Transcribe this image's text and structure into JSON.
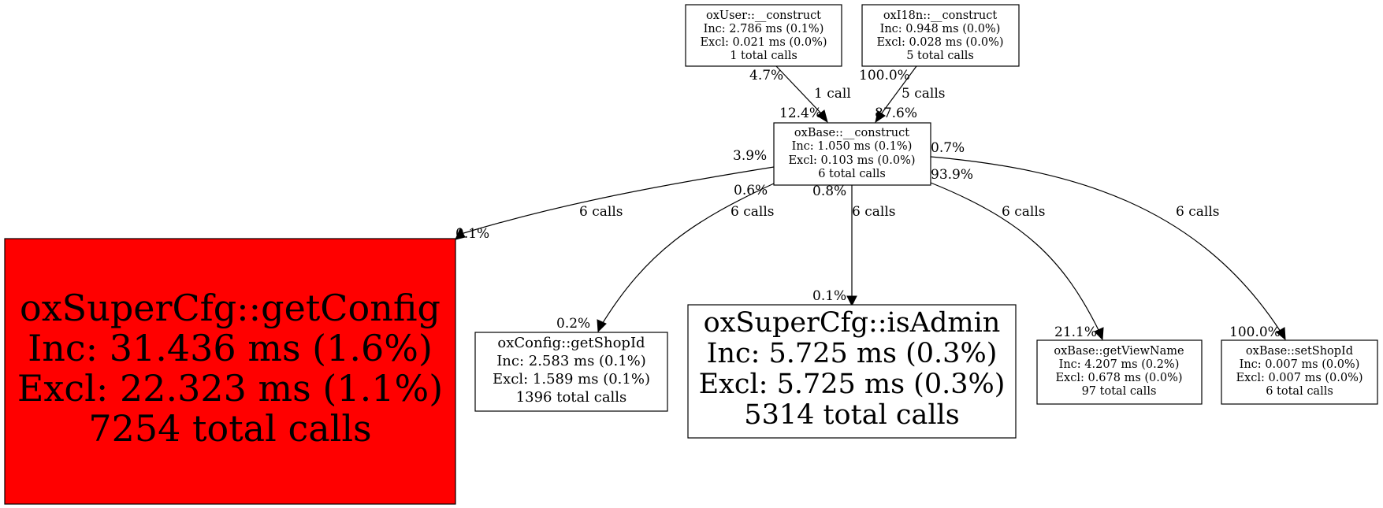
{
  "graph": {
    "type": "call-graph",
    "hot_color": "#ff0000",
    "nodes": {
      "oxuser_construct": {
        "name": "oxUser::__construct",
        "inc": "Inc: 2.786 ms (0.1%)",
        "excl": "Excl: 0.021 ms (0.0%)",
        "calls": "1 total calls"
      },
      "oxi18n_construct": {
        "name": "oxI18n::__construct",
        "inc": "Inc: 0.948 ms (0.0%)",
        "excl": "Excl: 0.028 ms (0.0%)",
        "calls": "5 total calls"
      },
      "oxbase_construct": {
        "name": "oxBase::__construct",
        "inc": "Inc: 1.050 ms (0.1%)",
        "excl": "Excl: 0.103 ms (0.0%)",
        "calls": "6 total calls"
      },
      "oxsupercfg_getconfig": {
        "name": "oxSuperCfg::getConfig",
        "inc": "Inc: 31.436 ms (1.6%)",
        "excl": "Excl: 22.323 ms (1.1%)",
        "calls": "7254 total calls",
        "highlighted": true
      },
      "oxconfig_getshopid": {
        "name": "oxConfig::getShopId",
        "inc": "Inc: 2.583 ms (0.1%)",
        "excl": "Excl: 1.589 ms (0.1%)",
        "calls": "1396 total calls"
      },
      "oxsupercfg_isadmin": {
        "name": "oxSuperCfg::isAdmin",
        "inc": "Inc: 5.725 ms (0.3%)",
        "excl": "Excl: 5.725 ms (0.3%)",
        "calls": "5314 total calls"
      },
      "oxbase_getviewname": {
        "name": "oxBase::getViewName",
        "inc": "Inc: 4.207 ms (0.2%)",
        "excl": "Excl: 0.678 ms (0.0%)",
        "calls": "97 total calls"
      },
      "oxbase_setshopid": {
        "name": "oxBase::setShopId",
        "inc": "Inc: 0.007 ms (0.0%)",
        "excl": "Excl: 0.007 ms (0.0%)",
        "calls": "6 total calls"
      }
    },
    "edges": {
      "user_to_base": {
        "from": "oxUser::__construct",
        "to": "oxBase::__construct",
        "label": "1 call",
        "tail_pct": "4.7%",
        "head_pct": "12.4%"
      },
      "i18n_to_base": {
        "from": "oxI18n::__construct",
        "to": "oxBase::__construct",
        "label": "5 calls",
        "tail_pct": "100.0%",
        "head_pct": "87.6%"
      },
      "base_to_getconfig": {
        "from": "oxBase::__construct",
        "to": "oxSuperCfg::getConfig",
        "label": "6 calls",
        "tail_pct": "3.9%",
        "head_pct": "0.1%"
      },
      "base_to_getshopid": {
        "from": "oxBase::__construct",
        "to": "oxConfig::getShopId",
        "label": "6 calls",
        "tail_pct": "0.6%",
        "head_pct": "0.2%"
      },
      "base_to_isadmin": {
        "from": "oxBase::__construct",
        "to": "oxSuperCfg::isAdmin",
        "label": "6 calls",
        "tail_pct": "0.8%",
        "head_pct": "0.1%"
      },
      "base_to_getviewname": {
        "from": "oxBase::__construct",
        "to": "oxBase::getViewName",
        "label": "6 calls",
        "tail_pct": "93.9%",
        "head_pct": "21.1%"
      },
      "base_to_setshopid": {
        "from": "oxBase::__construct",
        "to": "oxBase::setShopId",
        "label": "6 calls",
        "tail_pct": "0.7%",
        "head_pct": "100.0%"
      }
    }
  }
}
